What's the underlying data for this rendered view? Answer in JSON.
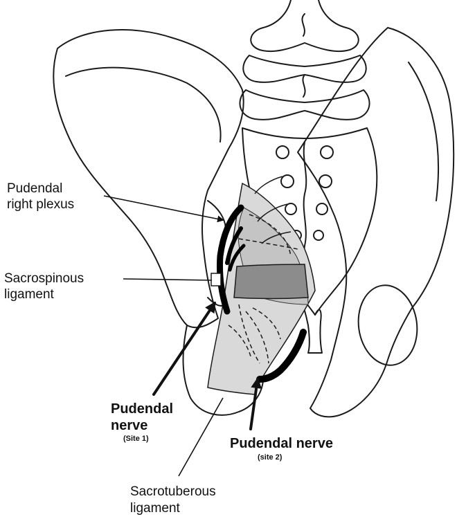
{
  "labels": {
    "pudendal_plexus_line1": "Pudendal",
    "pudendal_plexus_line2": "right plexus",
    "sacrospinous_line1": "Sacrospinous",
    "sacrospinous_line2": "ligament",
    "site1_line1": "Pudendal",
    "site1_line2": "nerve",
    "site1_sub": "(Site 1)",
    "site2_line1": "Pudendal nerve",
    "site2_sub": "(site 2)",
    "sacrotuberous_line1": "Sacrotuberous",
    "sacrotuberous_line2": "ligament"
  },
  "colors": {
    "outline": "#1a1a1a",
    "ligament_light": "#d9d9d9",
    "ligament_mid": "#c4c4c4",
    "ligament_dark": "#8c8c8c",
    "nerve": "#000000"
  }
}
